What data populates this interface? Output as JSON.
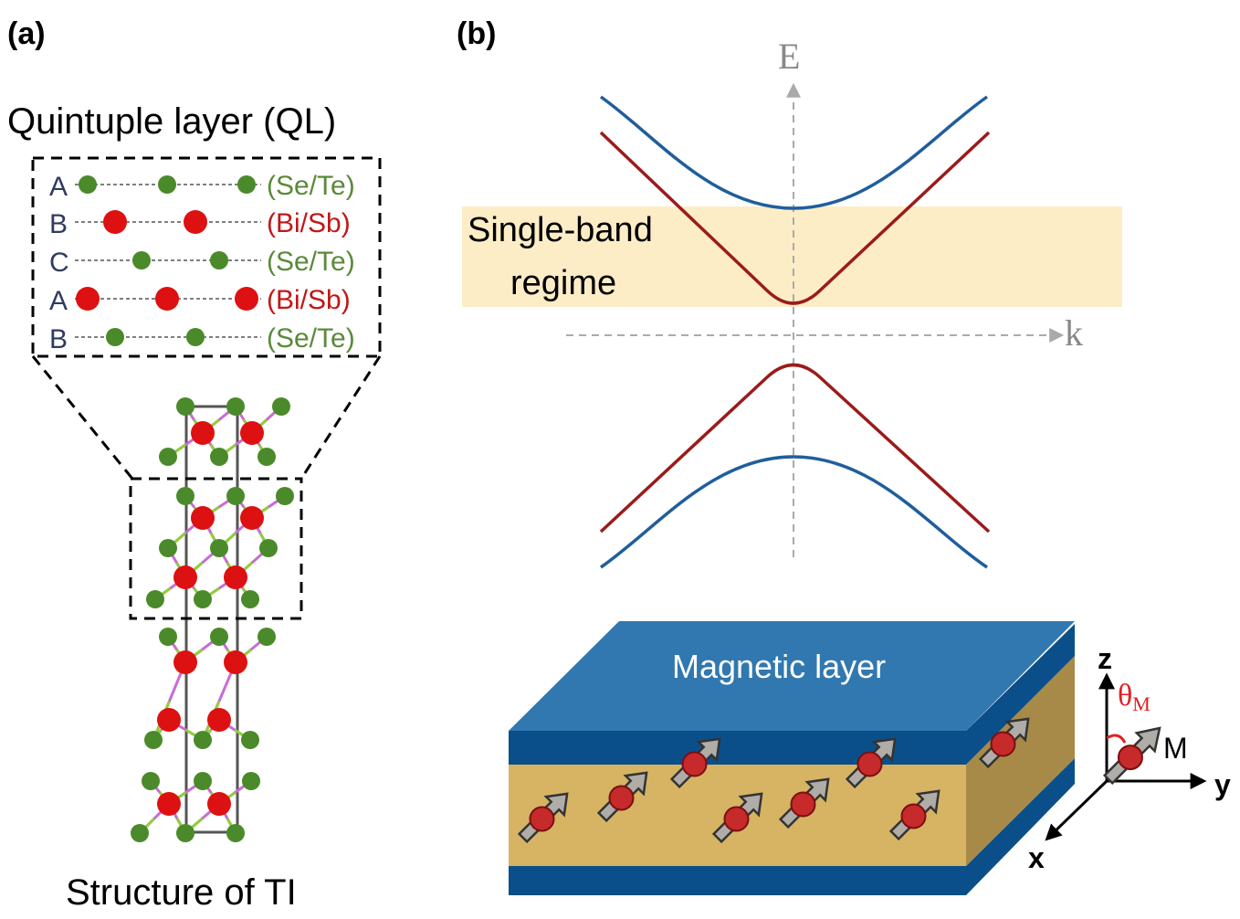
{
  "panel_a": {
    "label": "(a)",
    "title": "Quintuple layer (QL)",
    "caption": "Structure of TI",
    "layers": [
      {
        "letter": "A",
        "element": "(Se/Te)",
        "kind": "green"
      },
      {
        "letter": "B",
        "element": "(Bi/Sb)",
        "kind": "red"
      },
      {
        "letter": "C",
        "element": "(Se/Te)",
        "kind": "green"
      },
      {
        "letter": "A",
        "element": "(Bi/Sb)",
        "kind": "red"
      },
      {
        "letter": "B",
        "element": "(Se/Te)",
        "kind": "green"
      }
    ]
  },
  "panel_b": {
    "label": "(b)",
    "e_axis": "E",
    "k_axis": "k",
    "regime_line1": "Single-band",
    "regime_line2": "regime",
    "magnetic_layer": "Magnetic layer",
    "axes": {
      "z": "z",
      "y": "y",
      "x": "x",
      "theta": "θ",
      "theta_sub": "M",
      "m": "M"
    }
  },
  "colors": {
    "green_atom": "#4a8a2a",
    "red_atom": "#dd1111",
    "blue_band": "#1f5e9c",
    "red_band": "#9b1b1b",
    "regime_fill": "#fdedc6",
    "magnet_top": "#3178b0",
    "magnet_side": "#0b4f8a",
    "ti_layer": "#d6b464",
    "label_navy": "#2f3b60",
    "label_green": "#5a8a3a",
    "label_red": "#c01818",
    "theta_red": "#e02020"
  }
}
